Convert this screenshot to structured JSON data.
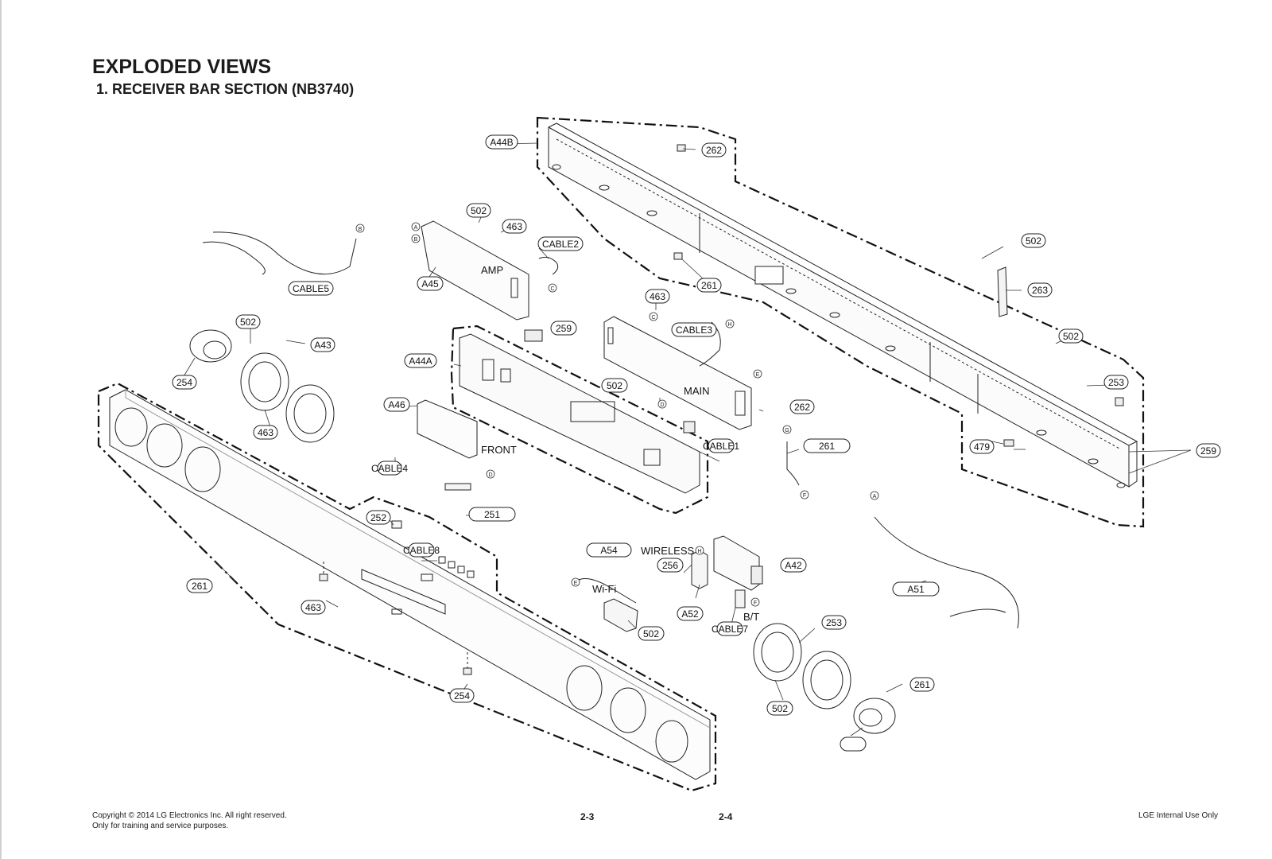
{
  "header": {
    "title": "EXPLODED VIEWS",
    "subtitle": "1. RECEIVER BAR SECTION (NB3740)"
  },
  "footer": {
    "copyright": "Copyright © 2014 LG Electronics Inc. All right reserved.",
    "training_note": "Only for training and service purposes.",
    "page_left": "2-3",
    "page_right": "2-4",
    "internal": "LGE Internal Use Only"
  },
  "callouts": [
    "A44B",
    "262",
    "502",
    "463",
    "CABLE2",
    "CABLE5",
    "A45",
    "261",
    "502",
    "263",
    "502",
    "A44A",
    "259",
    "463",
    "CABLE3",
    "254",
    "502",
    "A43",
    "A46",
    "502",
    "262",
    "253",
    "463",
    "CABLE4",
    "261",
    "479",
    "259",
    "CABLE1",
    "251",
    "252",
    "CABLE8",
    "A54",
    "256",
    "A42",
    "261",
    "463",
    "A52",
    "CABLE7",
    "A51",
    "502",
    "253",
    "502",
    "261",
    "254"
  ],
  "text_labels": [
    "AMP",
    "MAIN",
    "FRONT",
    "WIRELESS",
    "Wi-Fi",
    "B/T"
  ],
  "markers": [
    "A",
    "B",
    "B",
    "C",
    "C",
    "H",
    "D",
    "E",
    "G",
    "F",
    "D",
    "H",
    "E",
    "F",
    "A"
  ]
}
